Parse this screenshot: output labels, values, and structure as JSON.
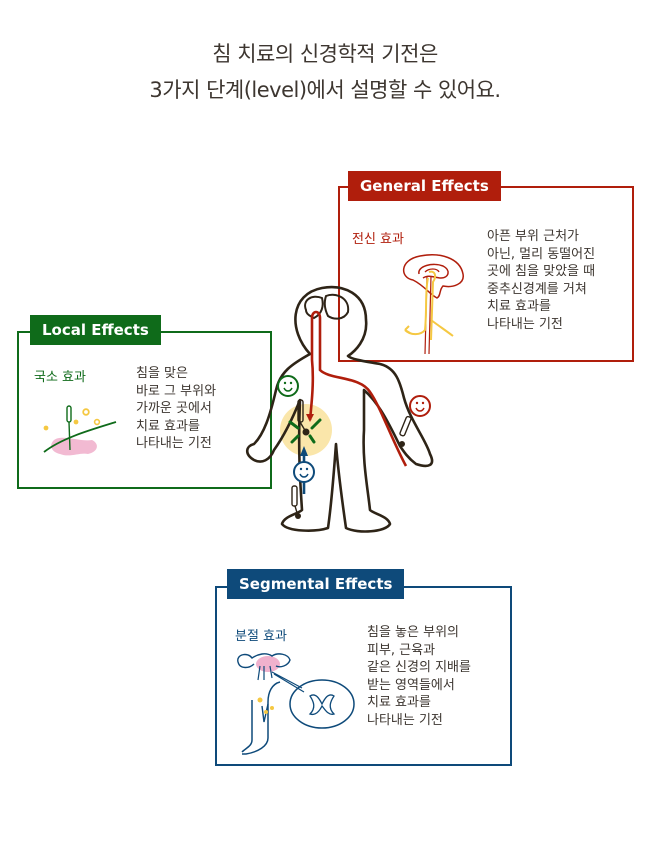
{
  "header": {
    "line1": "침 치료의 신경학적 기전은",
    "line2": "3가지 단계(level)에서 설명할 수 있어요."
  },
  "colors": {
    "general": "#b01e0c",
    "local": "#0f6b1a",
    "segmental": "#0e4a7a",
    "body_outline": "#2e2417",
    "text": "#3d3630",
    "highlight_yellow": "#f5c842",
    "highlight_pink": "#ec9ec0"
  },
  "general": {
    "tag": "General Effects",
    "subtitle": "전신 효과",
    "description": "아픈 부위 근처가\n아닌, 멀리 동떨어진\n곳에 침을 맞았을 때\n중추신경계를 거쳐\n치료 효과를\n나타내는 기전",
    "icon": "brain-spinal-cord-icon"
  },
  "local": {
    "tag": "Local Effects",
    "subtitle": "국소 효과",
    "description": "침을 맞은\n바로 그 부위와\n가까운 곳에서\n치료 효과를\n나타내는 기전",
    "icon": "needle-skin-icon"
  },
  "segmental": {
    "tag": "Segmental Effects",
    "subtitle": "분절 효과",
    "description": "침을 놓은 부위의\n피부, 근육과\n같은 신경의 지배를\n받는 영역들에서\n치료 효과를\n나타내는 기전",
    "icon": "spinal-segment-leg-icon"
  },
  "figure": {
    "icon": "human-body-outline-icon"
  }
}
